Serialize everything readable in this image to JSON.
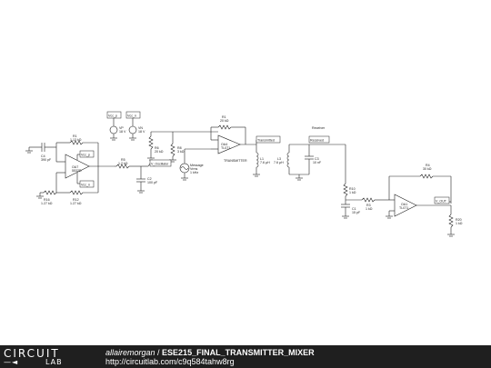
{
  "schematic": {
    "components": {
      "c4": {
        "ref": "C4",
        "value": "390 pF"
      },
      "r1": {
        "ref": "R1",
        "value": "1.13 kΩ"
      },
      "oa7": {
        "ref": "OA7",
        "value": "5532D"
      },
      "r16": {
        "ref": "R16",
        "value": "1.27 kΩ"
      },
      "r12": {
        "ref": "R12",
        "value": "1.27 kΩ"
      },
      "r5": {
        "ref": "R5",
        "value": "1.2 kΩ"
      },
      "c2": {
        "ref": "C2",
        "value": "100 pF"
      },
      "vp": {
        "ref": "VP",
        "value": "18 V"
      },
      "vn": {
        "ref": "VN",
        "value": "18 V"
      },
      "r6": {
        "ref": "R6",
        "value": "20 kΩ"
      },
      "r8": {
        "ref": "R8",
        "value": "3 kΩ"
      },
      "source": {
        "ref": "Message",
        "value": "1 kHz",
        "desc": "Vrms"
      },
      "r9": {
        "ref": "R1",
        "value": "20 kΩ"
      },
      "oa4": {
        "ref": "OA4",
        "value": "TL071"
      },
      "transmitter": "TRANSMITTER",
      "l1": {
        "ref": "L1",
        "value": "7.6 μH"
      },
      "l2": {
        "ref": "L3",
        "value": "7.6 μH"
      },
      "c3": {
        "ref": "C3",
        "value": "10 nF"
      },
      "receiver": "Receiver",
      "r10": {
        "ref": "R10",
        "value": "1 kΩ"
      },
      "c1": {
        "ref": "C1",
        "value": "15 pF"
      },
      "r3": {
        "ref": "R3",
        "value": "1 kΩ"
      },
      "r4": {
        "ref": "R4",
        "value": "30 kΩ"
      },
      "oa1": {
        "ref": "OA1",
        "value": "TL071"
      },
      "r20": {
        "ref": "R20",
        "value": "1 kΩ"
      }
    },
    "net_labels": {
      "vcc_p1": "Vcc_p",
      "vcc_n1": "Vcc_n",
      "vcc_p_top": "Vcc_p",
      "vcc_n_top": "Vcc_n",
      "v_oscillator": "V_Oscillator",
      "transmitted": "Transmitted",
      "received": "Received",
      "v_out": "V_OUT"
    }
  },
  "footer": {
    "logo_top": "CIRCUIT",
    "logo_bottom": "LAB",
    "author": "allairemorgan",
    "separator": " / ",
    "title": "ESE215_FINAL_TRANSMITTER_MIXER",
    "url": "http://circuitlab.com/c9q584tahw8rg"
  }
}
